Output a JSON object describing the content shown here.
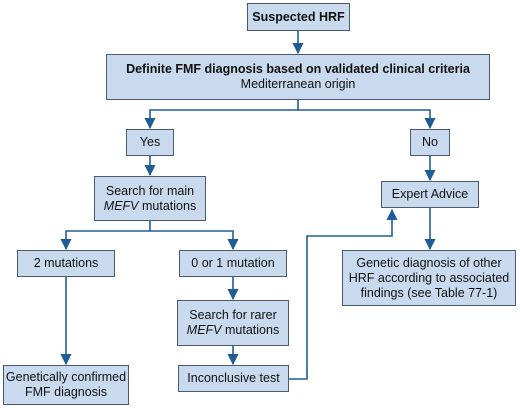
{
  "nodes": {
    "suspected": {
      "text": "Suspected HRF"
    },
    "criteria": {
      "line1": "Definite FMF diagnosis based on validated clinical criteria",
      "line2": "Mediterranean origin"
    },
    "yes": {
      "text": "Yes"
    },
    "no": {
      "text": "No"
    },
    "search_main": {
      "line1": "Search for main",
      "gene": "MEFV",
      "line2_rest": " mutations"
    },
    "expert": {
      "text": "Expert Advice"
    },
    "two_mut": {
      "text": "2 mutations"
    },
    "zero_one": {
      "text": "0 or 1 mutation"
    },
    "other_hrf": {
      "line1": "Genetic diagnosis of other",
      "line2": "HRF according to associated",
      "line3": "findings (see Table 77-1)"
    },
    "search_rare": {
      "line1": "Search for rarer",
      "gene": "MEFV",
      "line2_rest": " mutations"
    },
    "confirmed": {
      "line1": "Genetically confirmed",
      "line2": "FMF diagnosis"
    },
    "inconclusive": {
      "text": "Inconclusive test"
    }
  },
  "colors": {
    "box_fill": "#c9d9ee",
    "box_border": "#4a5a70",
    "arrow": "#1f5d96"
  }
}
